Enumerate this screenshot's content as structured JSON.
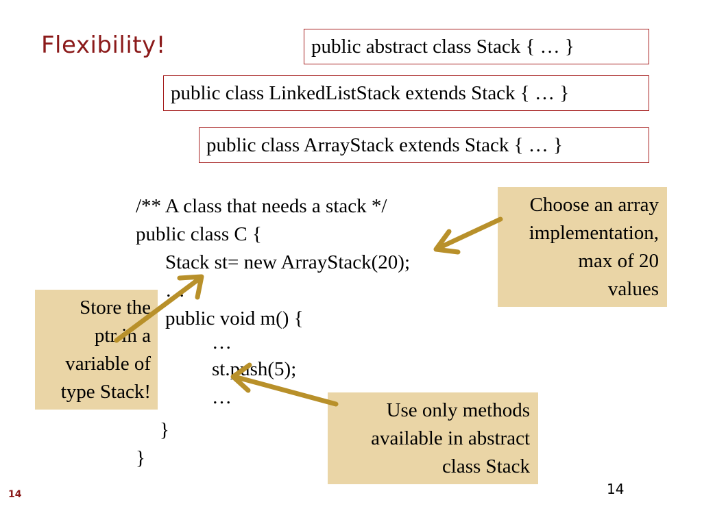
{
  "slide": {
    "title": "Flexibility!",
    "page_number": "14",
    "footer_page_number": "14"
  },
  "class_boxes": [
    "public abstract class Stack { … }",
    "public class LinkedListStack extends Stack { … }",
    "public class ArrayStack extends Stack { … }"
  ],
  "code_lines": [
    "/** A class that needs a stack */",
    "public class C {",
    "Stack st= new ArrayStack(20);",
    "…",
    "public void m() {",
    "…",
    "st.push(5);",
    "…",
    "}",
    "}"
  ],
  "notes": {
    "array_choice": "Choose an array\nimplementation,\nmax of 20\nvalues",
    "store_ptr": "Store the\nptr in a\nvariable of\ntype Stack!",
    "use_methods": "Use only methods\navailable in abstract\nclass Stack"
  },
  "colors": {
    "title": "#8b1a1a",
    "box_border": "#a51d1d",
    "note_fill": "#ead5a6",
    "arrow": "#b8902a"
  }
}
